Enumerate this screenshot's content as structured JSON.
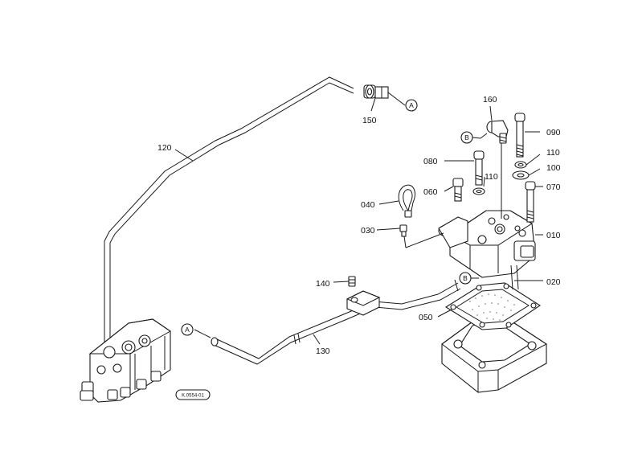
{
  "diagram": {
    "background": "#ffffff",
    "line_color": "#1a1a1a",
    "part_labels": {
      "p010": "010",
      "p020": "020",
      "p030": "030",
      "p040": "040",
      "p050": "050",
      "p060": "060",
      "p070": "070",
      "p080": "080",
      "p090": "090",
      "p100": "100",
      "p110a": "110",
      "p110b": "110",
      "p120": "120",
      "p130": "130",
      "p140": "140",
      "p150": "150",
      "p160": "160"
    },
    "connection_markers": {
      "a_top": "A",
      "a_left": "A",
      "b_upper": "B",
      "b_lower": "B"
    },
    "reference_code": "K.0554-01"
  }
}
